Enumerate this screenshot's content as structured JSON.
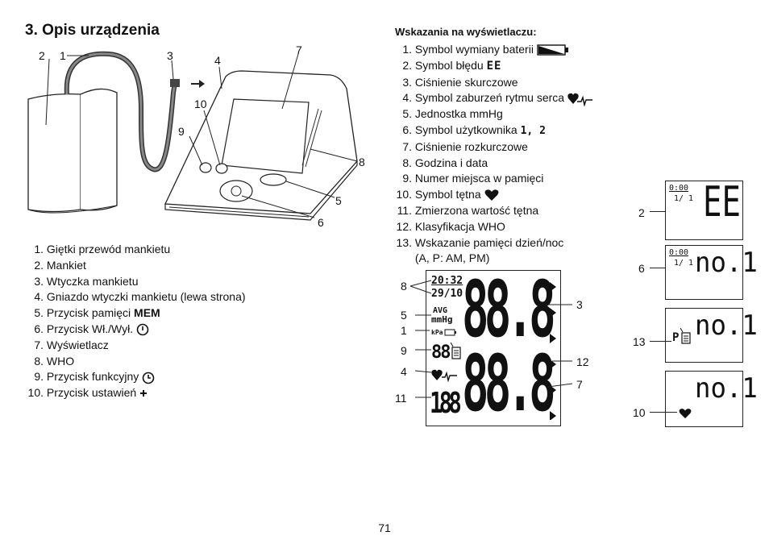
{
  "title": "3. Opis urządzenia",
  "device_callouts": {
    "c1": "1",
    "c2": "2",
    "c3": "3",
    "c4": "4",
    "c5": "5",
    "c6": "6",
    "c7": "7",
    "c8": "8",
    "c9": "9",
    "c10": "10"
  },
  "device_parts": [
    {
      "num": "1.",
      "text": "Giętki przewód mankietu"
    },
    {
      "num": "2.",
      "text": "Mankiet"
    },
    {
      "num": "3.",
      "text": "Wtyczka mankietu"
    },
    {
      "num": "4.",
      "text": "Gniazdo wtyczki mankietu (lewa strona)"
    },
    {
      "num": "5.",
      "text": "Przycisk pamięci",
      "bold": "MEM"
    },
    {
      "num": "6.",
      "text": "Przycisk Wł./Wył.",
      "icon": "power-icon"
    },
    {
      "num": "7.",
      "text": "Wyświetlacz"
    },
    {
      "num": "8.",
      "text": "WHO"
    },
    {
      "num": "9.",
      "text": "Przycisk funkcyjny",
      "icon": "clock-icon"
    },
    {
      "num": "10.",
      "text": "Przycisk ustawień",
      "icon": "plus-icon"
    }
  ],
  "display_heading": "Wskazania na wyświetlaczu:",
  "display_items": [
    {
      "num": "1.",
      "text": "Symbol wymiany baterii",
      "icon": "battery-icon"
    },
    {
      "num": "2.",
      "text": "Symbol błędu",
      "icon_text": "EE"
    },
    {
      "num": "3.",
      "text": "Ciśnienie skurczowe"
    },
    {
      "num": "4.",
      "text": "Symbol zaburzeń rytmu serca",
      "icon": "arrhythmia-heart-icon"
    },
    {
      "num": "5.",
      "text": "Jednostka mmHg"
    },
    {
      "num": "6.",
      "text": "Symbol użytkownika",
      "icon_text": "1, 2"
    },
    {
      "num": "7.",
      "text": "Ciśnienie rozkurczowe"
    },
    {
      "num": "8.",
      "text": "Godzina i data"
    },
    {
      "num": "9.",
      "text": "Numer miejsca w pamięci"
    },
    {
      "num": "10.",
      "text": "Symbol tętna",
      "icon": "heart-icon"
    },
    {
      "num": "11.",
      "text": "Zmierzona wartość tętna"
    },
    {
      "num": "12.",
      "text": "Klasyfikacja WHO"
    },
    {
      "num": "13.",
      "text": "Wskazanie pamięci dzień/noc"
    },
    {
      "num": "",
      "text": "(A, P: AM, PM)"
    }
  ],
  "lcd": {
    "time": "20:32",
    "date": "29/10",
    "avg": "AVG",
    "unit": "mmHg",
    "kpa": "kPa",
    "mem_digits": "88",
    "pulse_digits": "188",
    "big_digits": "88.8",
    "callouts": {
      "c8": "8",
      "c5": "5",
      "c1": "1",
      "c9": "9",
      "c4": "4",
      "c11": "11",
      "c3": "3",
      "c12": "12",
      "c7": "7"
    }
  },
  "small_displays": [
    {
      "callout": "2",
      "time": "0:00",
      "user": "1/ 1",
      "main": "EE"
    },
    {
      "callout": "6",
      "time": "0:00",
      "user": "1/ 1",
      "main": "no.1"
    },
    {
      "callout": "13",
      "prefix": "P",
      "main": "no.1"
    },
    {
      "callout": "10",
      "main": "no.1"
    }
  ],
  "page_number": "71"
}
